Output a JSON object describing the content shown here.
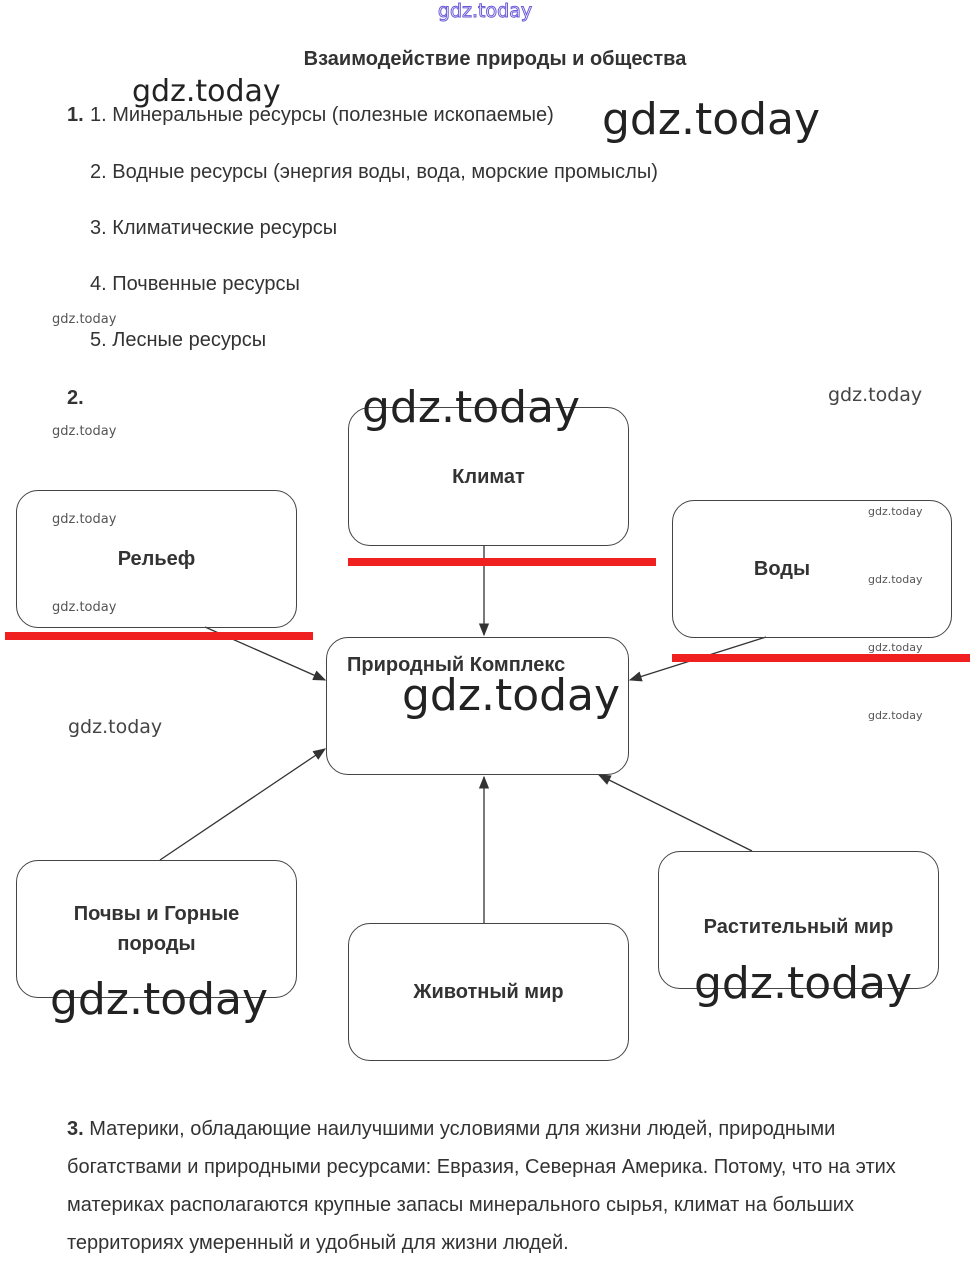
{
  "logo": "gdz.today",
  "title": "Взаимодействие природы и общества",
  "section1": {
    "number": "1.",
    "items": [
      "1. Минеральные ресурсы (полезные ископаемые)",
      "2. Водные ресурсы (энергия воды, вода, морские промыслы)",
      "3. Климатические ресурсы",
      "4. Почвенные ресурсы",
      "5. Лесные ресурсы"
    ]
  },
  "section2": {
    "number": "2.",
    "center": "Природный Комплекс",
    "boxes": {
      "climate": "Климат",
      "relief": "Рельеф",
      "waters": "Воды",
      "soils": "Почвы и Горные породы",
      "animals": "Животный мир",
      "plants": "Растительный мир"
    }
  },
  "section3": {
    "number": "3.",
    "text": "Материки, обладающие наилучшими условиями для жизни людей, природными богатствами и природными ресурсами: Евразия, Северная Америка. Потому, что на этих материках располагаются крупные запасы минерального сырья, климат на больших территориях умеренный и удобный для жизни людей."
  },
  "watermark": "gdz.today",
  "colors": {
    "red_line": "#f02020",
    "logo_outline": "#6a5ad8"
  }
}
